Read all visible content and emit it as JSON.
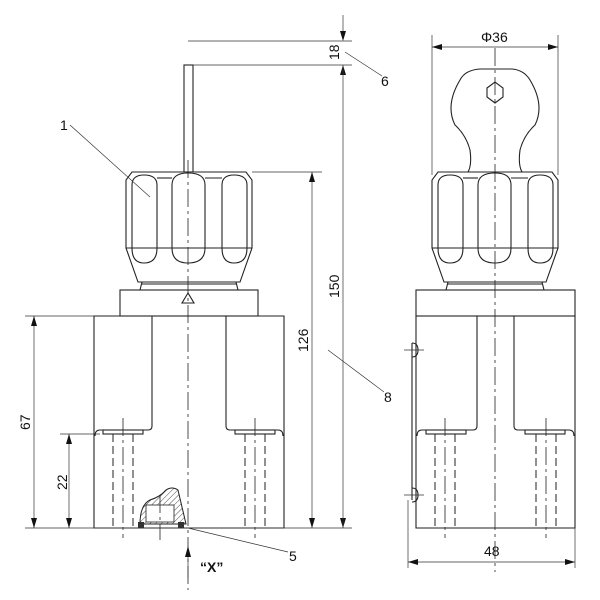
{
  "drawing": {
    "callouts": {
      "part_1": "1",
      "part_5": "5",
      "part_6": "6",
      "part_8": "8"
    },
    "dimensions": {
      "stem_height": "18",
      "overall_height": "150",
      "knob_top_height": "126",
      "body_height": "67",
      "port_height": "22",
      "knob_diameter": "Φ36",
      "body_width": "48"
    },
    "view_label": "“X”"
  }
}
